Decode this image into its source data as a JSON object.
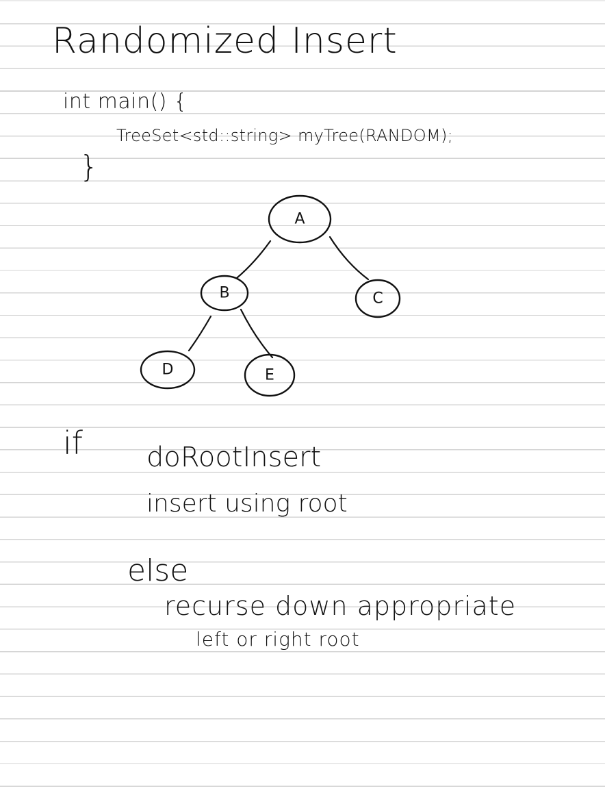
{
  "note": {
    "title": "Randomized Insert",
    "code": {
      "line1": "int main() {",
      "line2": "TreeSet<std::string> myTree(RANDOM);",
      "line3": "}"
    },
    "tree": {
      "nodes": [
        {
          "id": "A",
          "label": "A"
        },
        {
          "id": "B",
          "label": "B"
        },
        {
          "id": "C",
          "label": "C"
        },
        {
          "id": "D",
          "label": "D"
        },
        {
          "id": "E",
          "label": "E"
        }
      ],
      "edges": [
        {
          "from": "A",
          "to": "B"
        },
        {
          "from": "A",
          "to": "C"
        },
        {
          "from": "B",
          "to": "D"
        },
        {
          "from": "B",
          "to": "E"
        }
      ]
    },
    "logic": {
      "if_keyword": "if",
      "if_condition": "doRootInsert",
      "if_body": "insert using root",
      "else_keyword": "else",
      "else_body_line1": "recurse down appropriate",
      "else_body_line2": "left or right root"
    }
  }
}
